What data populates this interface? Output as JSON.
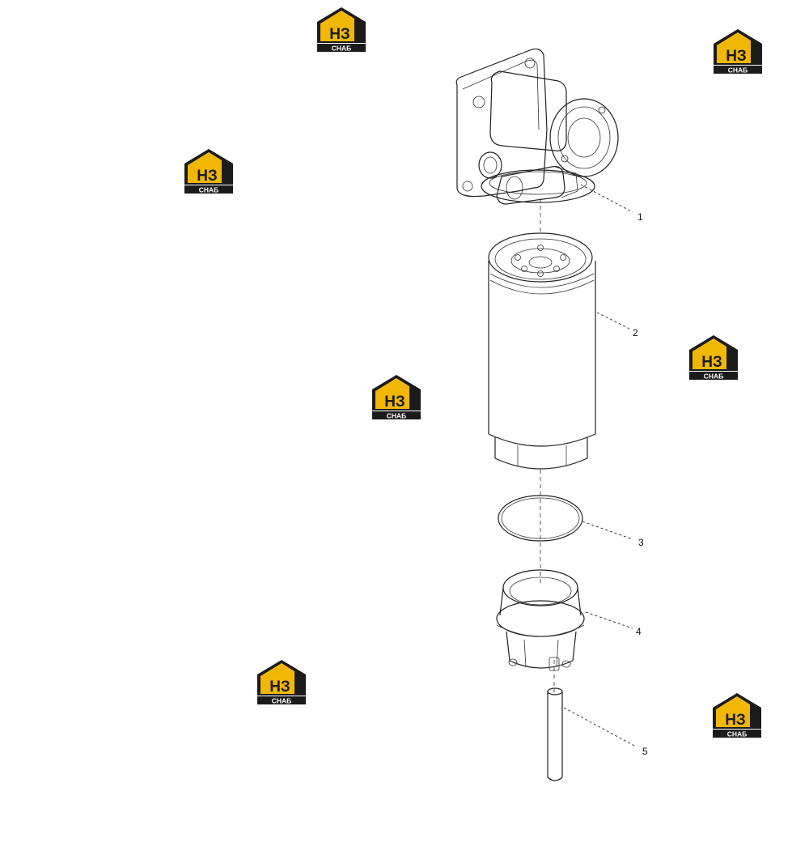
{
  "callouts": {
    "c1": "1",
    "c2": "2",
    "c3": "3",
    "c4": "4",
    "c5": "5"
  },
  "watermark": {
    "main": "НЗ",
    "sub": "СНАБ",
    "color_yellow": "#f2b705",
    "color_dark": "#1b1b1b"
  }
}
